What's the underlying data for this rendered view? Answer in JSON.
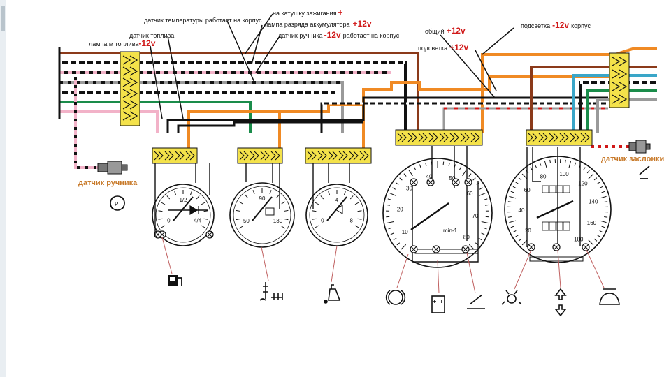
{
  "labels": {
    "temp_sensor": "датчик температуры работает на корпус",
    "ignition": "на катушку зажигания",
    "ignition_plus": "+",
    "battery_lamp": "лампа разряда аккумулятора",
    "battery_lamp_v": "+12v",
    "fuel_sensor": "датчик топлива",
    "fuel_lamp": "лампа м топлива",
    "fuel_lamp_v": "-12v",
    "handbrake_sensor_top": "датчик ручника",
    "handbrake_sensor_top_v": "-12v",
    "handbrake_sensor_top_tail": "работает на корпус",
    "common": "общий",
    "common_v": "+12v",
    "backlight_minus": "подсветка",
    "backlight_minus_v": "-12v",
    "backlight_minus_tail": "корпус",
    "backlight_plus": "подсветка",
    "backlight_plus_v": "+12v",
    "handbrake_sensor": "датчик ручника",
    "choke_sensor": "датчик заслонки"
  },
  "gauges": {
    "fuel": [
      "0",
      "1/2",
      "4/4"
    ],
    "temp": [
      "50",
      "90",
      "130"
    ],
    "oil": [
      "0",
      "4",
      "8"
    ],
    "tacho": [
      "10",
      "20",
      "30",
      "40",
      "50",
      "60",
      "70",
      "80"
    ],
    "tacho_unit": "min-1",
    "speedo": [
      "20",
      "40",
      "60",
      "80",
      "100",
      "120",
      "140",
      "160",
      "180"
    ]
  },
  "colors": {
    "brown": "#8b3a1a",
    "orange": "#f08a24",
    "green": "#1a8c4a",
    "pink": "#f2b2c8",
    "gray": "#9a9a9a",
    "black": "#111111",
    "red": "#d01818",
    "cyan": "#3aa6c8",
    "connector": "#f4e24a"
  }
}
